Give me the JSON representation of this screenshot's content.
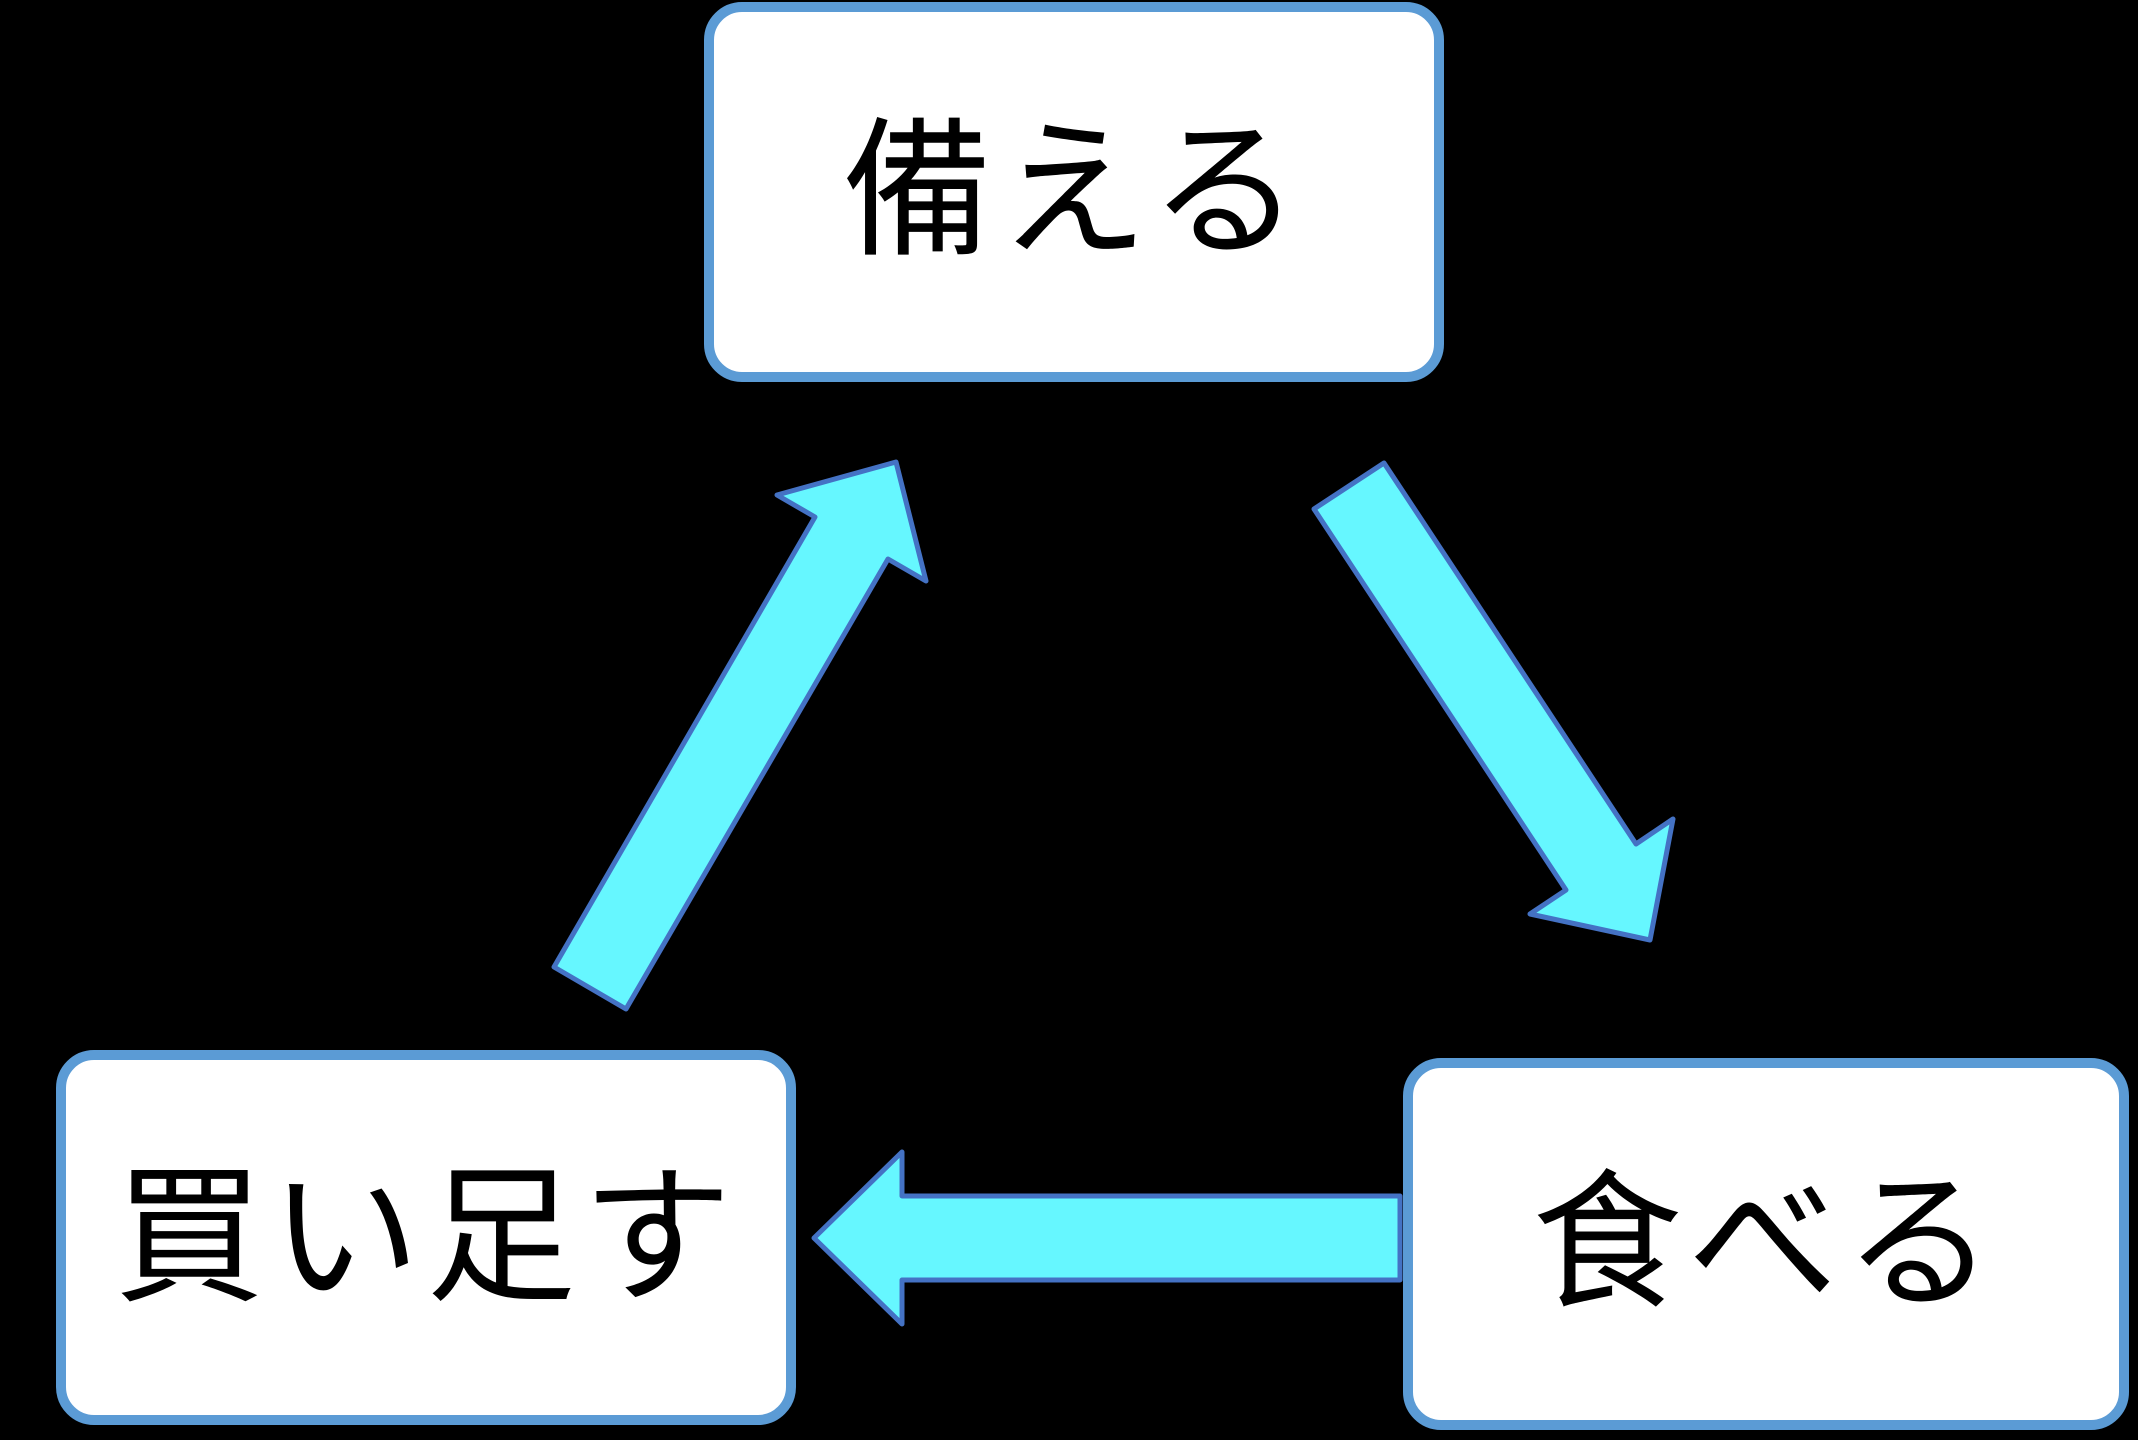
{
  "diagram": {
    "title": "food-stock-rotation-cycle",
    "background_color": "#000000",
    "nodes": [
      {
        "id": "prepare",
        "label": "備える",
        "position": "top"
      },
      {
        "id": "eat",
        "label": "食べる",
        "position": "bottom-right"
      },
      {
        "id": "buy-more",
        "label": "買い足す",
        "position": "bottom-left"
      }
    ],
    "edges": [
      {
        "from": "prepare",
        "to": "eat"
      },
      {
        "from": "eat",
        "to": "buy-more"
      },
      {
        "from": "buy-more",
        "to": "prepare"
      }
    ],
    "colors": {
      "node_fill": "#ffffff",
      "node_border": "#5b9bd5",
      "arrow_fill": "#66f7ff",
      "arrow_border": "#4472c4",
      "text": "#000000",
      "background": "#000000"
    }
  }
}
